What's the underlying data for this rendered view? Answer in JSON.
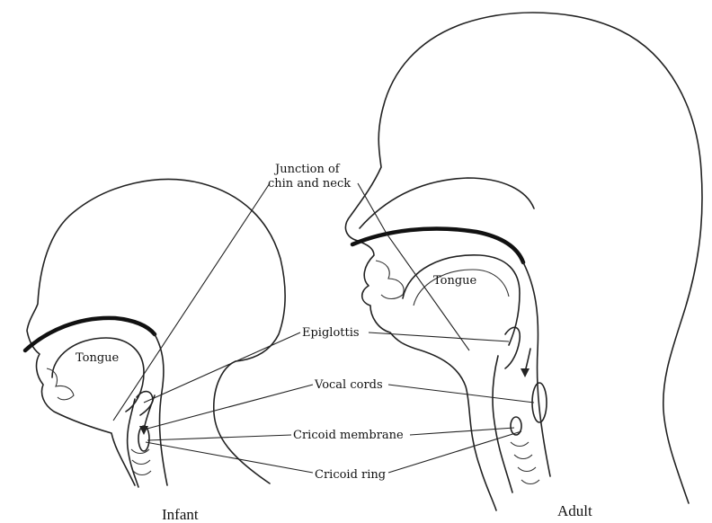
{
  "labels": {
    "junction_line1": "Junction of",
    "junction_line2": "chin and neck",
    "epiglottis": "Epiglottis",
    "vocal_cords": "Vocal cords",
    "cricoid_membrane": "Cricoid membrane",
    "cricoid_ring": "Cricoid ring",
    "tongue_infant": "Tongue",
    "tongue_adult": "Tongue"
  },
  "captions": {
    "infant": "Infant",
    "adult": "Adult"
  }
}
